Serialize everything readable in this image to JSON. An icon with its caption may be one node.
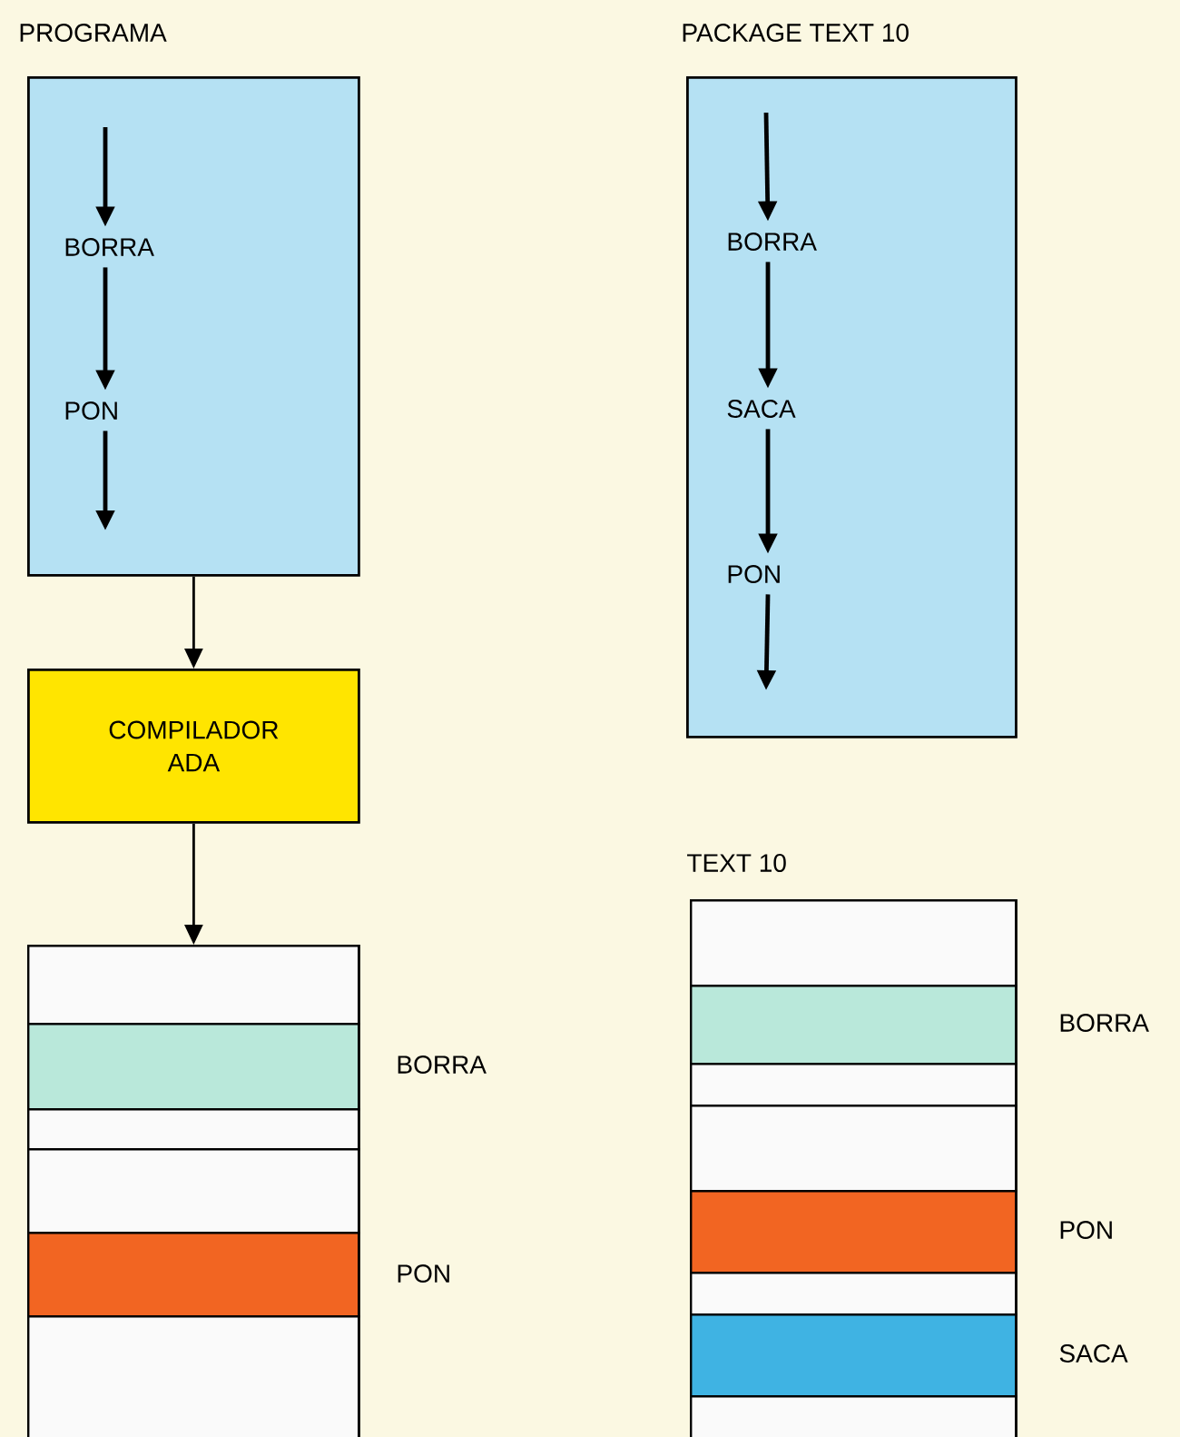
{
  "diagram": {
    "nodes": [
      {
        "text": [
          "PROGRAMA"
        ]
      },
      {
        "text": [
          "BORRA"
        ],
        "in": 0
      },
      {
        "text": [
          "PON"
        ],
        "in": 0
      },
      {
        "text": [
          "COMPILADOR ADA"
        ]
      },
      {
        "text": [],
        "shape": "box"
      },
      {
        "text": [],
        "shape": "bar",
        "in": 4
      },
      {
        "text": [],
        "shape": "bar",
        "in": 4,
        "beside": [
          "BORRA"
        ]
      },
      {
        "text": [],
        "shape": "bar",
        "in": 4
      },
      {
        "text": [],
        "shape": "bar",
        "in": 4
      },
      {
        "text": [],
        "shape": "bar",
        "in": 4,
        "beside": [
          "PON"
        ]
      },
      {
        "text": [],
        "shape": "bar",
        "in": 4
      },
      {
        "text": [
          "PACKAGE  TEXT 10"
        ]
      },
      {
        "text": [
          "BORRA"
        ],
        "in": 11
      },
      {
        "text": [
          "SACA"
        ],
        "in": 11
      },
      {
        "text": [
          "PON"
        ],
        "in": 11
      },
      {
        "text": [
          "TEXT 10"
        ]
      },
      {
        "text": [],
        "shape": "bar",
        "in": 15
      },
      {
        "text": [],
        "shape": "bar",
        "in": 15,
        "beside": [
          "BORRA"
        ]
      },
      {
        "text": [],
        "shape": "bar",
        "in": 15
      },
      {
        "text": [],
        "shape": "bar",
        "in": 15
      },
      {
        "text": [],
        "shape": "bar",
        "in": 15,
        "beside": [
          "PON"
        ]
      },
      {
        "text": [],
        "shape": "bar",
        "in": 15
      },
      {
        "text": [],
        "shape": "bar",
        "in": 15,
        "beside": [
          "SACA"
        ]
      },
      {
        "text": [],
        "shape": "bar",
        "in": 15
      }
    ],
    "edges": [
      {
        "from": null,
        "to": 1,
        "arrow": "to"
      },
      {
        "from": 1,
        "to": 2,
        "arrow": "to"
      },
      {
        "from": 2,
        "to": null,
        "arrow": "to"
      },
      {
        "from": 0,
        "to": 3,
        "arrow": "to"
      },
      {
        "from": 3,
        "to": 4,
        "arrow": "to"
      },
      {
        "from": null,
        "to": 12,
        "arrow": "to"
      },
      {
        "from": 12,
        "to": 13,
        "arrow": "to"
      },
      {
        "from": 13,
        "to": 14,
        "arrow": "to"
      },
      {
        "from": 14,
        "to": null,
        "arrow": "to"
      }
    ]
  }
}
